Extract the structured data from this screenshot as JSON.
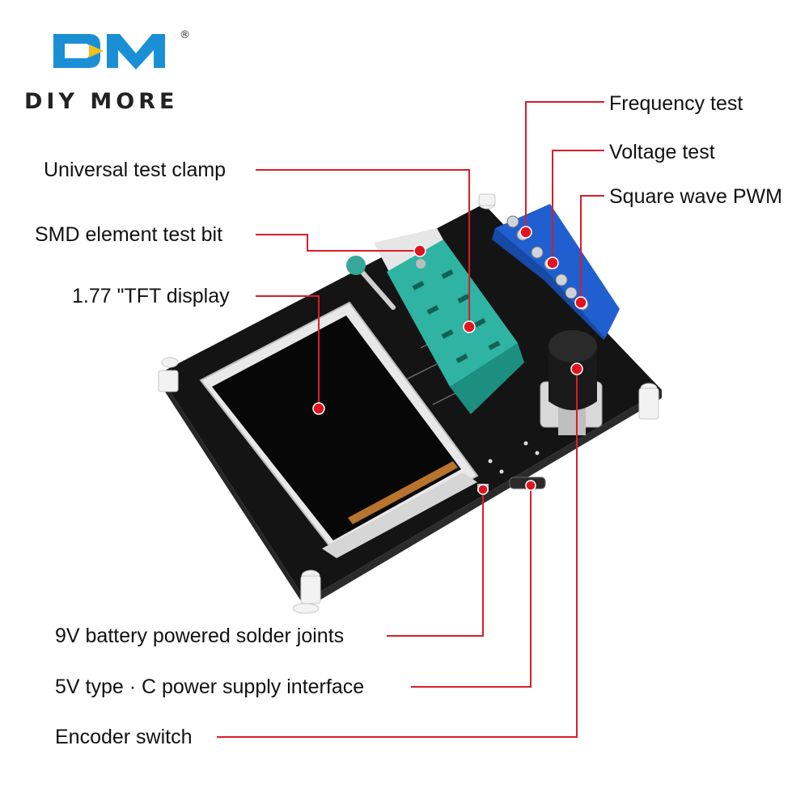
{
  "brand": {
    "logo_mark": "DM",
    "wordmark": "DIY MORE",
    "registered": "®",
    "colors": {
      "blue": "#1a8fd6",
      "dark": "#222222"
    }
  },
  "labels": {
    "frequency_test": "Frequency test",
    "voltage_test": "Voltage test",
    "square_wave_pwm": "Square wave PWM",
    "universal_test_clamp": "Universal test clamp",
    "smd_element_test_bit": "SMD element test bit",
    "tft_display": "1.77 \"TFT display",
    "battery_solder_joints": "9V battery powered solder joints",
    "typec_power": "5V type · C power supply interface",
    "encoder_switch": "Encoder switch"
  },
  "colors": {
    "leader_line": "#d81e28",
    "marker_dot": "#e0141e",
    "pcb": "#141414",
    "terminal_block": "#1f5fd0",
    "zif_socket": "#2fb3a2",
    "screen": "#080808"
  }
}
